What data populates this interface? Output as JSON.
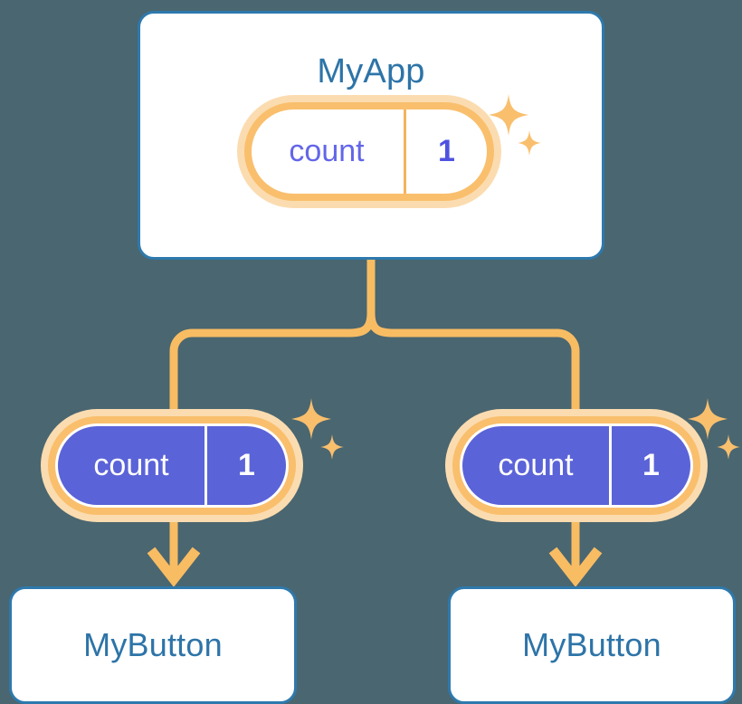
{
  "diagram": {
    "title_text": "MyApp",
    "background_color": "#4a6670",
    "accent_orange": "#f9bf6d",
    "accent_orange_pale": "#fbdcb0",
    "accent_blue": "#2e79ad",
    "accent_indigo": "#5b63d8",
    "text_indigo": "#6366e8"
  },
  "root": {
    "component_name": "MyApp",
    "state": {
      "key": "count",
      "value": "1"
    },
    "sparkle": "sparkle-icon"
  },
  "children": [
    {
      "component_name": "MyButton",
      "state": {
        "key": "count",
        "value": "1"
      },
      "sparkle": "sparkle-icon"
    },
    {
      "component_name": "MyButton",
      "state": {
        "key": "count",
        "value": "1"
      },
      "sparkle": "sparkle-icon"
    }
  ],
  "connectors": {
    "stem": "vertical-branch-line",
    "arrow_left": "down-arrow-icon",
    "arrow_right": "down-arrow-icon"
  }
}
